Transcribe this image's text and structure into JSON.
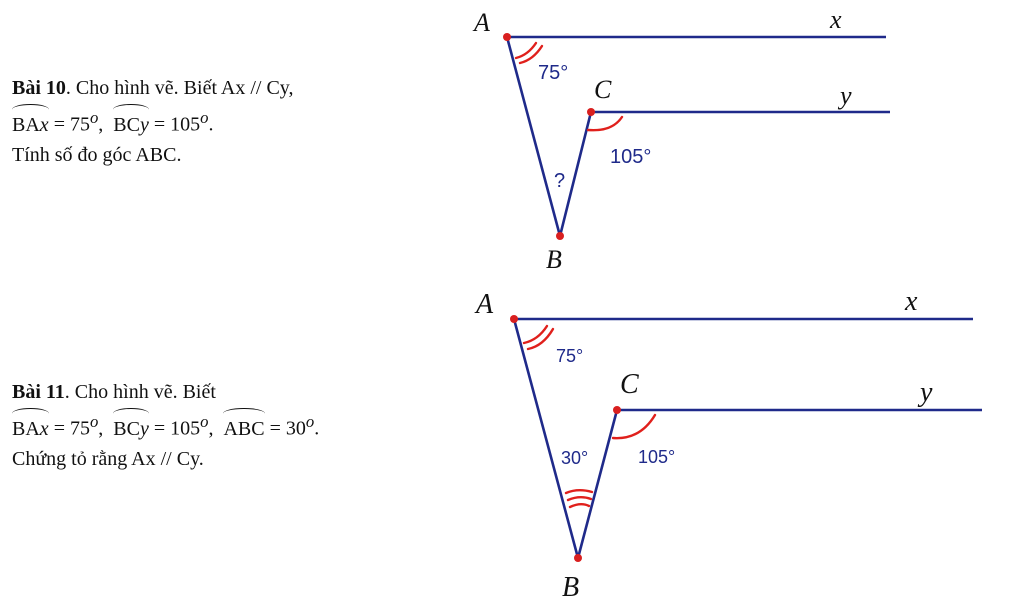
{
  "problems": [
    {
      "title": "Bài 10",
      "intro": ". Cho hình vẽ. Biết Ax // Cy,",
      "given": [
        {
          "angle_a": "BA",
          "angle_b": "x",
          "value": "= 75"
        },
        {
          "angle_a": "BC",
          "angle_b": "y",
          "value": "= 105"
        }
      ],
      "question": "Tính số đo góc ABC."
    },
    {
      "title": "Bài 11",
      "intro": ". Cho hình vẽ. Biết",
      "given": [
        {
          "angle_a": "BA",
          "angle_b": "x",
          "value": "= 75"
        },
        {
          "angle_a": "BC",
          "angle_b": "y",
          "value": "= 105"
        },
        {
          "angle_a": "ABC",
          "angle_b": "",
          "value": "= 30"
        }
      ],
      "question": "Chứng tỏ rằng Ax // Cy."
    }
  ],
  "figures": [
    {
      "points": {
        "A": "A",
        "B": "B",
        "C": "C",
        "x": "x",
        "y": "y"
      },
      "angles": {
        "BAx": "75°",
        "BCy": "105°",
        "ABC": "?"
      }
    },
    {
      "points": {
        "A": "A",
        "B": "B",
        "C": "C",
        "x": "x",
        "y": "y"
      },
      "angles": {
        "BAx": "75°",
        "BCy": "105°",
        "ABC": "30°"
      }
    }
  ],
  "degree_mark": "o",
  "separator": ","
}
